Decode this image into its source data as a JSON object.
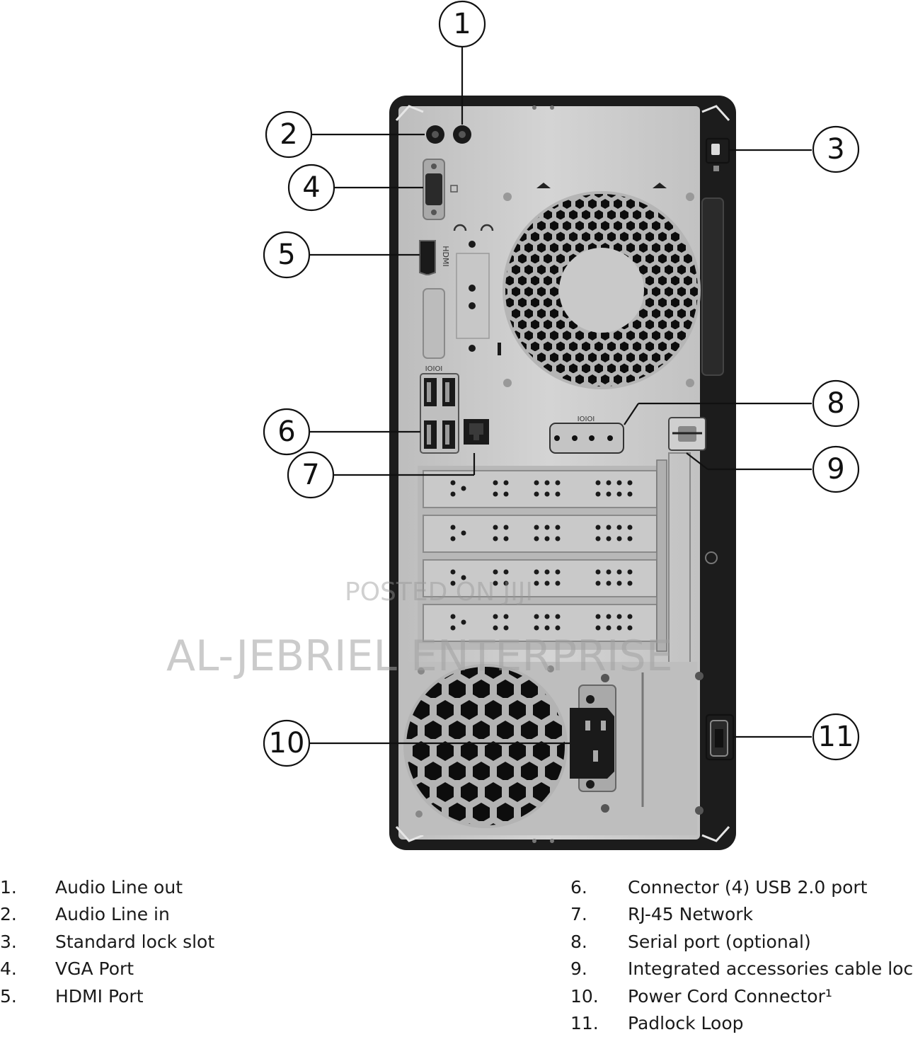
{
  "callouts": [
    {
      "number": "1",
      "part": "audio-line-out"
    },
    {
      "number": "2",
      "part": "audio-line-in"
    },
    {
      "number": "3",
      "part": "standard-lock-slot"
    },
    {
      "number": "4",
      "part": "vga-port"
    },
    {
      "number": "5",
      "part": "hdmi-port"
    },
    {
      "number": "6",
      "part": "usb-ports"
    },
    {
      "number": "7",
      "part": "rj45-network"
    },
    {
      "number": "8",
      "part": "serial-port"
    },
    {
      "number": "9",
      "part": "cable-lock"
    },
    {
      "number": "10",
      "part": "power-cord-connector"
    },
    {
      "number": "11",
      "part": "padlock-loop"
    }
  ],
  "legend": {
    "left": [
      {
        "num": "1.",
        "text": "Audio Line out"
      },
      {
        "num": "2.",
        "text": "Audio Line in"
      },
      {
        "num": "3.",
        "text": "Standard lock slot"
      },
      {
        "num": "4.",
        "text": "VGA Port"
      },
      {
        "num": "5.",
        "text": "HDMI Port"
      }
    ],
    "right": [
      {
        "num": "6.",
        "text": "Connector (4) USB 2.0 port"
      },
      {
        "num": "7.",
        "text": "RJ-45 Network"
      },
      {
        "num": "8.",
        "text": "Serial port (optional)"
      },
      {
        "num": "9.",
        "text": "Integrated accessories cable lock"
      },
      {
        "num": "10.",
        "text": "Power Cord Connector¹"
      },
      {
        "num": "11.",
        "text": "Padlock Loop"
      }
    ]
  },
  "port_labels": {
    "hdmi": "HDMI",
    "serial": "IOIOI",
    "usb": "IOIOI"
  },
  "watermarks": {
    "small": "POSTED ON JIJI",
    "large": "AL-JEBRIEL ENTERPRISE"
  },
  "colors": {
    "case_frame": "#1c1c1c",
    "panel": "#c9c9c9",
    "line": "#111111",
    "vent_hole": "#0d0d0d"
  }
}
